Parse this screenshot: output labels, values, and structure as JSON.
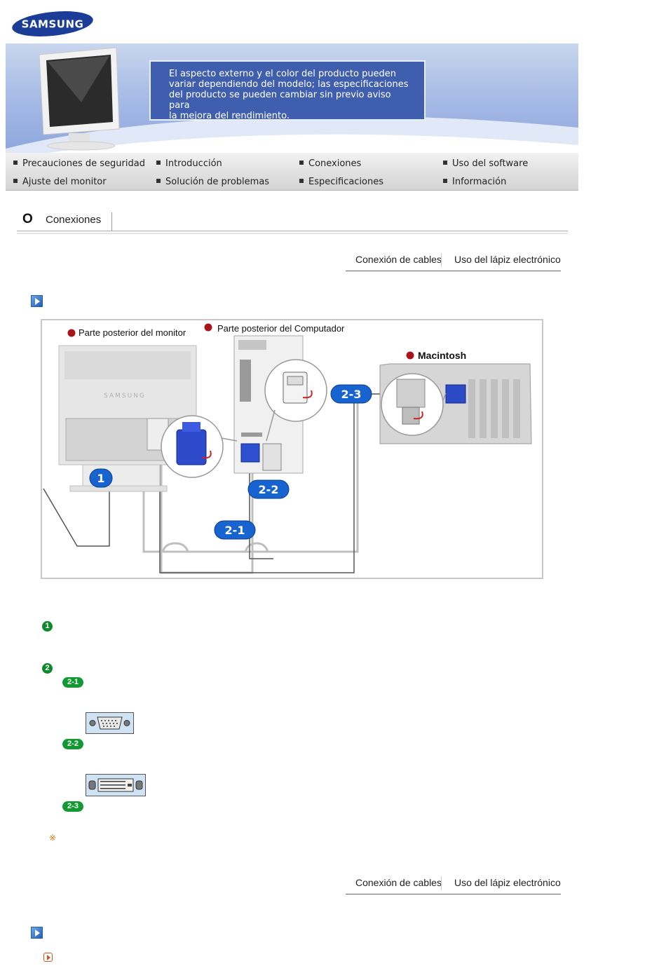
{
  "brand": {
    "logo_text": "SAMSUNG"
  },
  "banner": {
    "notice_lines": [
      "El aspecto externo y el color del producto pueden",
      "variar dependiendo del modelo; las especificaciones",
      "del producto se pueden cambiar sin previo aviso para",
      "la mejora del rendimiento."
    ]
  },
  "nav": {
    "items": [
      "Precauciones de seguridad",
      "Introducción",
      "Conexiones",
      "Uso del software",
      "Ajuste del monitor",
      "Solución de problemas",
      "Especificaciones",
      "Información"
    ]
  },
  "page": {
    "title_mark": "O",
    "title": "Conexiones"
  },
  "tabs": {
    "cables": "Conexión de cables",
    "pen": "Uso del lápiz electrónico"
  },
  "diagram": {
    "label_monitor": "Parte posterior del monitor",
    "label_computer": "Parte posterior del Computador",
    "label_mac": "Macintosh",
    "callout_1": "1",
    "callout_21": "2-1",
    "callout_22": "2-2",
    "callout_23": "2-3"
  },
  "list": {
    "step_1": "1",
    "step_2": "2",
    "sub_21": "2-1",
    "sub_22": "2-2",
    "sub_23": "2-3",
    "note_symbol": "※"
  },
  "colors": {
    "accent_blue": "#1d5fb8",
    "step_green": "#109a30",
    "bullet_red": "#a8141c"
  }
}
